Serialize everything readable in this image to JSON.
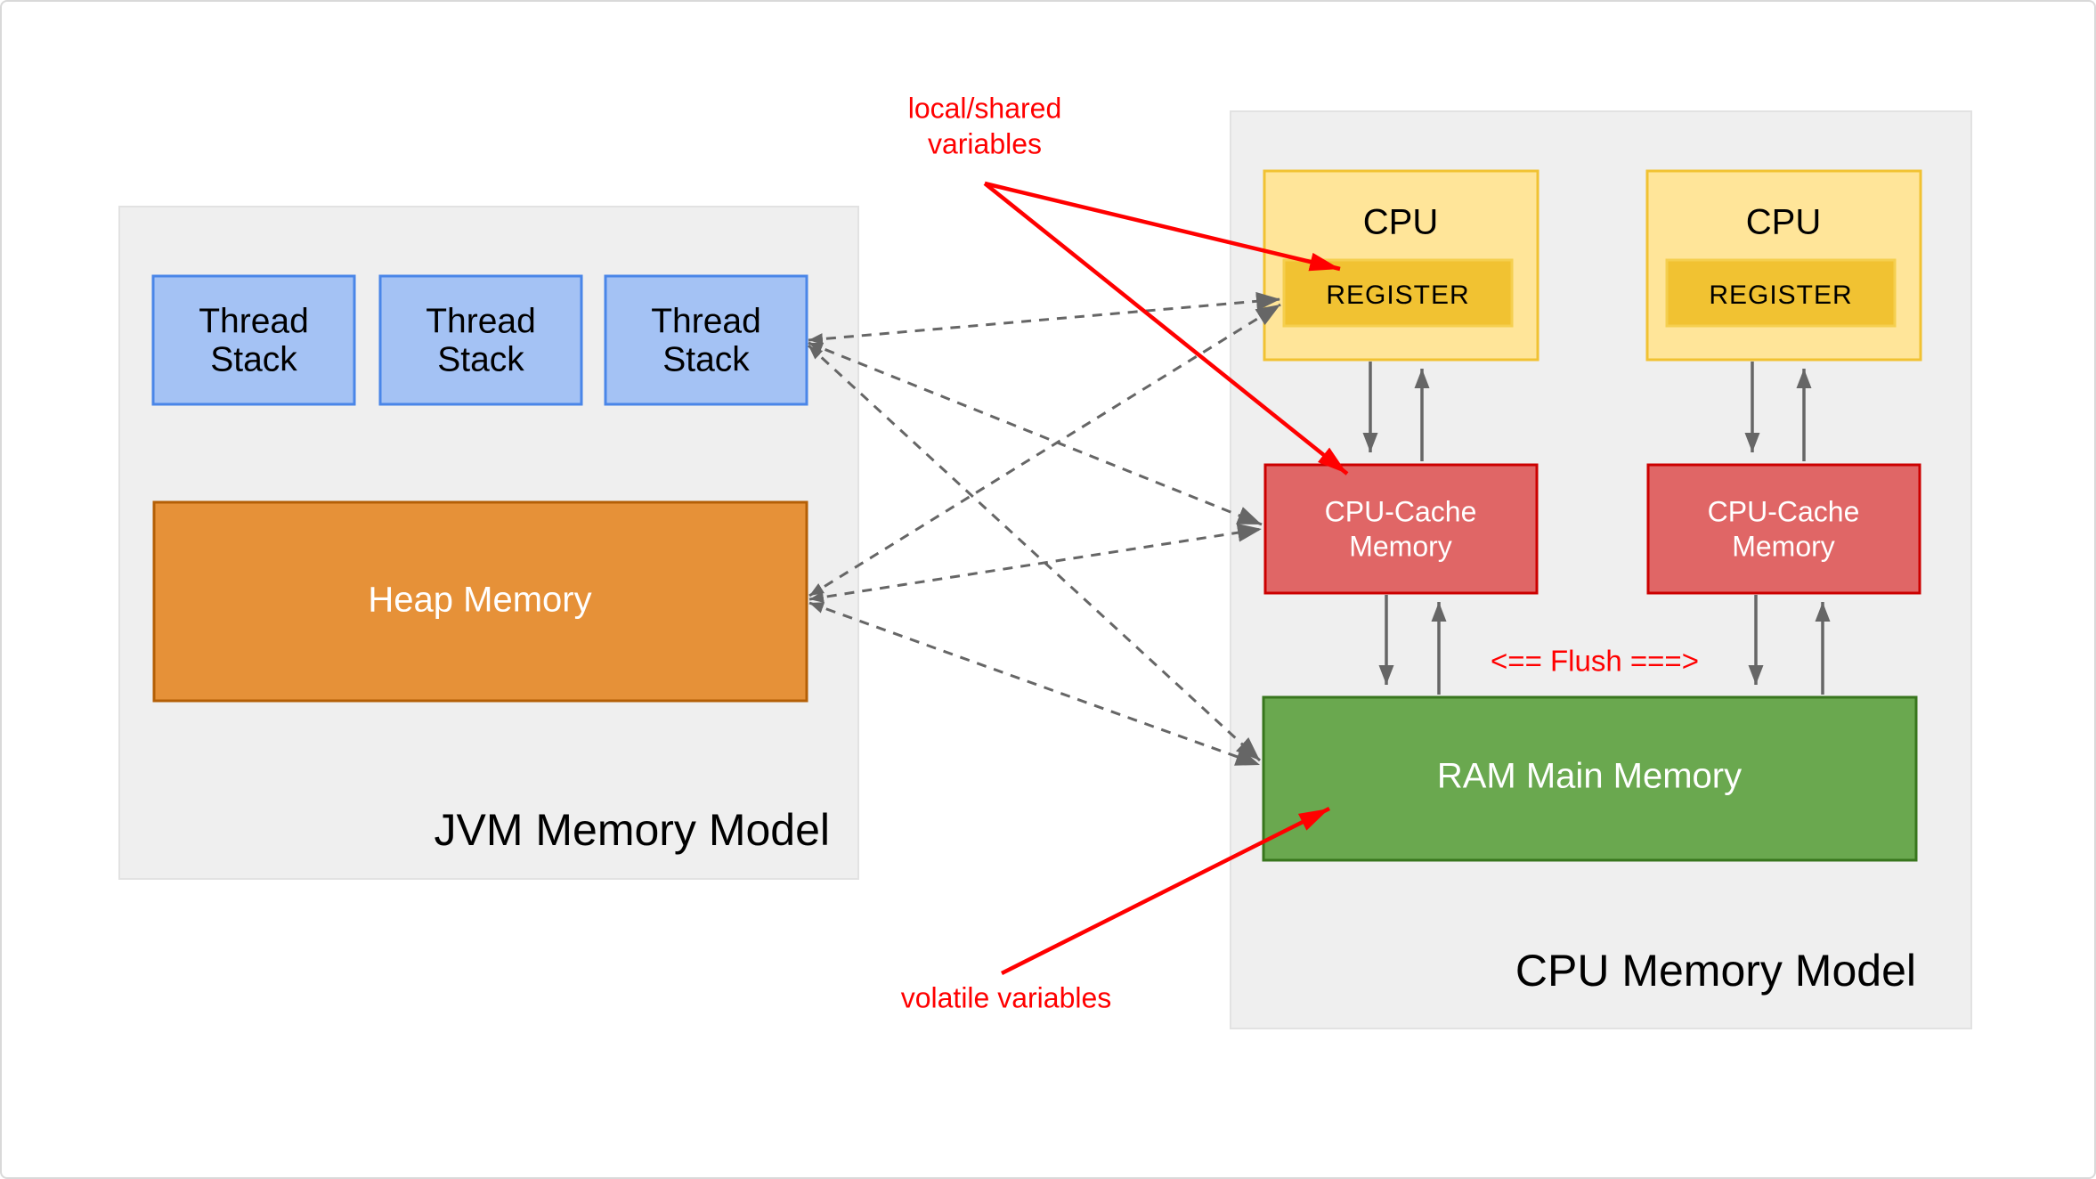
{
  "jvm": {
    "title": "JVM Memory Model",
    "thread_stacks": [
      {
        "line1": "Thread",
        "line2": "Stack"
      },
      {
        "line1": "Thread",
        "line2": "Stack"
      },
      {
        "line1": "Thread",
        "line2": "Stack"
      }
    ],
    "heap": {
      "label": "Heap Memory"
    }
  },
  "cpu_model": {
    "title": "CPU Memory Model",
    "cpus": [
      {
        "label": "CPU",
        "register": "REGISTER"
      },
      {
        "label": "CPU",
        "register": "REGISTER"
      }
    ],
    "caches": [
      {
        "line1": "CPU-Cache",
        "line2": "Memory"
      },
      {
        "line1": "CPU-Cache",
        "line2": "Memory"
      }
    ],
    "ram": {
      "label": "RAM Main Memory"
    },
    "flush_label": "<== Flush ===>"
  },
  "annotations": {
    "local_shared": {
      "line1": "local/shared",
      "line2": "variables"
    },
    "volatile": {
      "label": "volatile variables"
    }
  },
  "colors": {
    "page_border": "#d9d9d9",
    "panel_fill": "#efefef",
    "panel_border": "#e2e2e2",
    "thread_fill": "#a4c2f4",
    "thread_border": "#4a86e8",
    "heap_fill": "#e69138",
    "heap_border": "#b45f06",
    "cpu_fill": "#ffe599",
    "cpu_border": "#f1c232",
    "register_fill": "#f1c232",
    "register_border": "#f5cf4f",
    "cache_fill": "#e06666",
    "cache_border": "#cc0000",
    "ram_fill": "#6aa84f",
    "ram_border": "#38761d",
    "connector_gray": "#666666",
    "annotation_red": "#ff0000",
    "text_dark": "#000000",
    "text_light": "#ffffff"
  }
}
